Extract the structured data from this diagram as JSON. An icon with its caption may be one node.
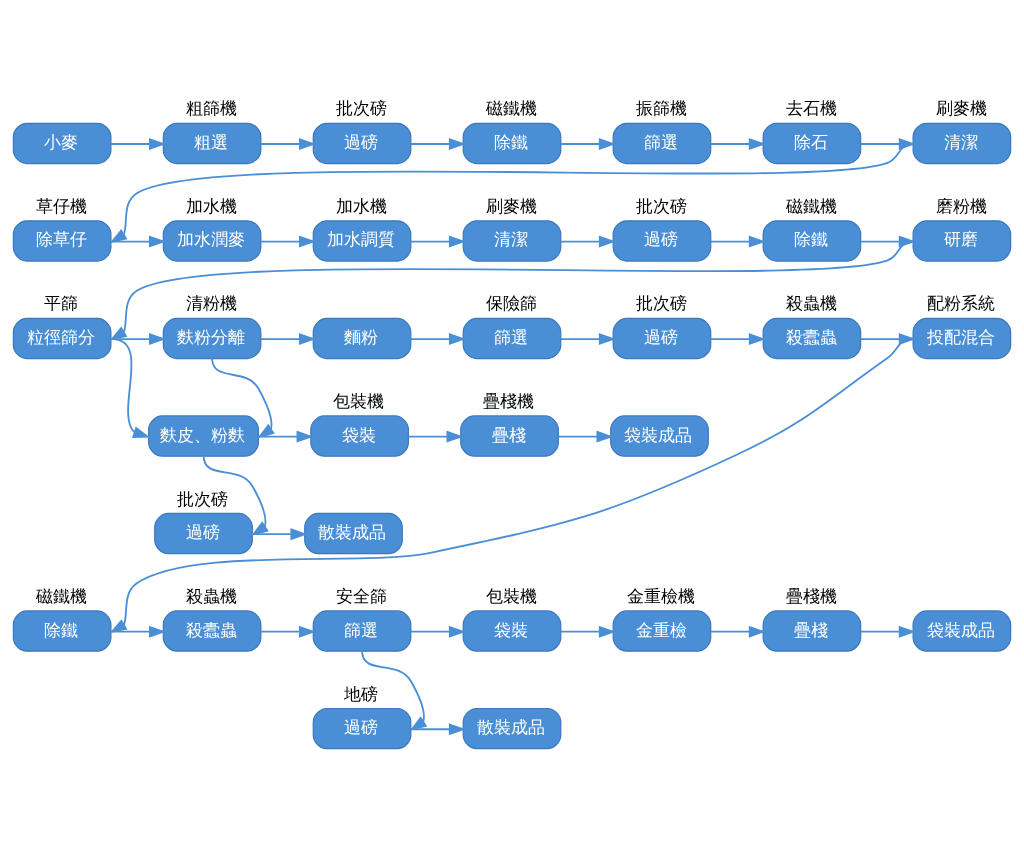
{
  "diagram": {
    "nodes": [
      {
        "text": [
          "小麥"
        ]
      },
      {
        "text": [
          "粗選"
        ],
        "beside": [
          "粗篩機"
        ]
      },
      {
        "text": [
          "過磅"
        ],
        "beside": [
          "批次磅"
        ]
      },
      {
        "text": [
          "除鐵"
        ],
        "beside": [
          "磁鐵機"
        ]
      },
      {
        "text": [
          "篩選"
        ],
        "beside": [
          "振篩機"
        ]
      },
      {
        "text": [
          "除石"
        ],
        "beside": [
          "去石機"
        ]
      },
      {
        "text": [
          "清潔"
        ],
        "beside": [
          "刷麥機"
        ]
      },
      {
        "text": [
          "除草仔"
        ],
        "beside": [
          "草仔機"
        ]
      },
      {
        "text": [
          "加水潤麥"
        ],
        "beside": [
          "加水機"
        ]
      },
      {
        "text": [
          "加水調質"
        ],
        "beside": [
          "加水機"
        ]
      },
      {
        "text": [
          "清潔"
        ],
        "beside": [
          "刷麥機"
        ]
      },
      {
        "text": [
          "過磅"
        ],
        "beside": [
          "批次磅"
        ]
      },
      {
        "text": [
          "除鐵"
        ],
        "beside": [
          "磁鐵機"
        ]
      },
      {
        "text": [
          "研磨"
        ],
        "beside": [
          "磨粉機"
        ]
      },
      {
        "text": [
          "粒徑篩分"
        ],
        "beside": [
          "平篩"
        ]
      },
      {
        "text": [
          "麩粉分離"
        ],
        "beside": [
          "清粉機"
        ]
      },
      {
        "text": [
          "麵粉"
        ]
      },
      {
        "text": [
          "篩選"
        ],
        "beside": [
          "保險篩"
        ]
      },
      {
        "text": [
          "過磅"
        ],
        "beside": [
          "批次磅"
        ]
      },
      {
        "text": [
          "殺蠹蟲"
        ],
        "beside": [
          "殺蟲機"
        ]
      },
      {
        "text": [
          "投配混合"
        ],
        "beside": [
          "配粉系統"
        ]
      },
      {
        "text": [
          "麩皮、粉麩"
        ]
      },
      {
        "text": [
          "袋裝"
        ],
        "beside": [
          "包裝機"
        ]
      },
      {
        "text": [
          "疊棧"
        ],
        "beside": [
          "疊棧機"
        ]
      },
      {
        "text": [
          "袋裝成品"
        ]
      },
      {
        "text": [
          "過磅"
        ],
        "beside": [
          "批次磅"
        ]
      },
      {
        "text": [
          "散裝成品"
        ]
      },
      {
        "text": [
          "除鐵"
        ],
        "beside": [
          "磁鐵機"
        ]
      },
      {
        "text": [
          "殺蠹蟲"
        ],
        "beside": [
          "殺蟲機"
        ]
      },
      {
        "text": [
          "篩選"
        ],
        "beside": [
          "安全篩"
        ]
      },
      {
        "text": [
          "袋裝"
        ],
        "beside": [
          "包裝機"
        ]
      },
      {
        "text": [
          "金重檢"
        ],
        "beside": [
          "金重檢機"
        ]
      },
      {
        "text": [
          "疊棧"
        ],
        "beside": [
          "疊棧機"
        ]
      },
      {
        "text": [
          "袋裝成品"
        ]
      },
      {
        "text": [
          "過磅"
        ],
        "beside": [
          "地磅"
        ]
      },
      {
        "text": [
          "散裝成品"
        ]
      }
    ],
    "edges": [
      {
        "from": 0,
        "to": 1,
        "arrow": "to"
      },
      {
        "from": 1,
        "to": 2,
        "arrow": "to"
      },
      {
        "from": 2,
        "to": 3,
        "arrow": "to"
      },
      {
        "from": 3,
        "to": 4,
        "arrow": "to"
      },
      {
        "from": 4,
        "to": 5,
        "arrow": "to"
      },
      {
        "from": 5,
        "to": 6,
        "arrow": "to"
      },
      {
        "from": 6,
        "to": 7,
        "arrow": "to"
      },
      {
        "from": 7,
        "to": 8,
        "arrow": "to"
      },
      {
        "from": 8,
        "to": 9,
        "arrow": "to"
      },
      {
        "from": 9,
        "to": 10,
        "arrow": "to"
      },
      {
        "from": 10,
        "to": 11,
        "arrow": "to"
      },
      {
        "from": 11,
        "to": 12,
        "arrow": "to"
      },
      {
        "from": 12,
        "to": 13,
        "arrow": "to"
      },
      {
        "from": 13,
        "to": 14,
        "arrow": "to"
      },
      {
        "from": 14,
        "to": 15,
        "arrow": "to"
      },
      {
        "from": 15,
        "to": 16,
        "arrow": "to"
      },
      {
        "from": 16,
        "to": 17,
        "arrow": "to"
      },
      {
        "from": 17,
        "to": 18,
        "arrow": "to"
      },
      {
        "from": 18,
        "to": 19,
        "arrow": "to"
      },
      {
        "from": 19,
        "to": 20,
        "arrow": "to"
      },
      {
        "from": 14,
        "to": 21,
        "arrow": "to"
      },
      {
        "from": 15,
        "to": 21,
        "arrow": "to"
      },
      {
        "from": 21,
        "to": 22,
        "arrow": "to"
      },
      {
        "from": 22,
        "to": 23,
        "arrow": "to"
      },
      {
        "from": 23,
        "to": 24,
        "arrow": "to"
      },
      {
        "from": 21,
        "to": 25,
        "arrow": "to"
      },
      {
        "from": 25,
        "to": 26,
        "arrow": "to"
      },
      {
        "from": 20,
        "to": 27,
        "arrow": "to"
      },
      {
        "from": 27,
        "to": 28,
        "arrow": "to"
      },
      {
        "from": 28,
        "to": 29,
        "arrow": "to"
      },
      {
        "from": 29,
        "to": 30,
        "arrow": "to"
      },
      {
        "from": 30,
        "to": 31,
        "arrow": "to"
      },
      {
        "from": 31,
        "to": 32,
        "arrow": "to"
      },
      {
        "from": 32,
        "to": 33,
        "arrow": "to"
      },
      {
        "from": 29,
        "to": 34,
        "arrow": "to"
      },
      {
        "from": 34,
        "to": 35,
        "arrow": "to"
      }
    ]
  }
}
